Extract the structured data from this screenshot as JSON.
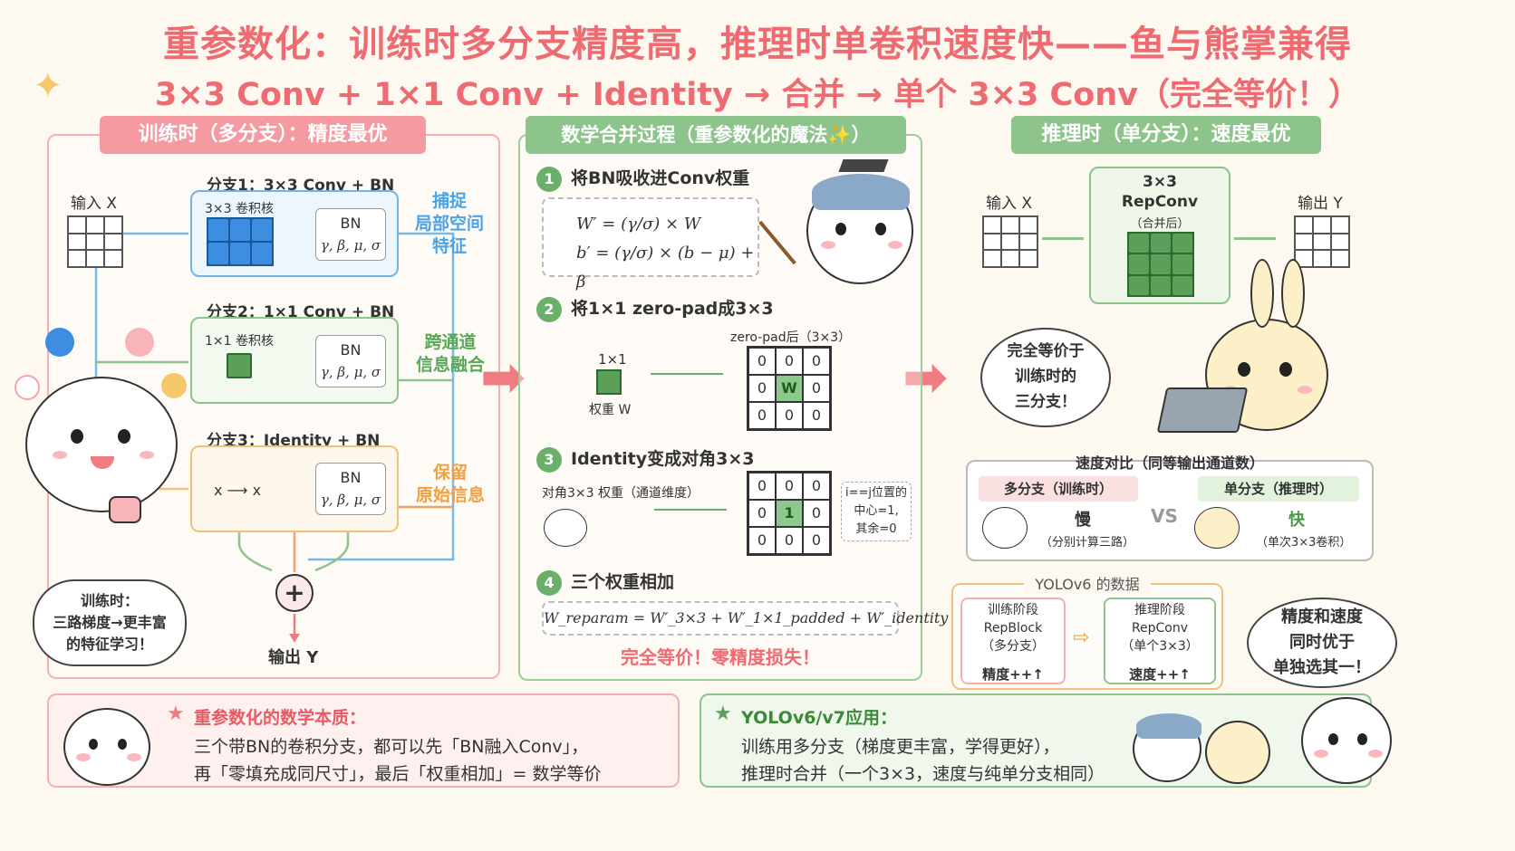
{
  "title": "重参数化：训练时多分支精度高，推理时单卷积速度快——鱼与熊掌兼得",
  "subtitle": "3×3 Conv + 1×1 Conv + Identity → 合并 → 单个 3×3 Conv（完全等价！）",
  "colors": {
    "pink": "#ee6b72",
    "blue": "#5aaee8",
    "green": "#6ab06a",
    "orange": "#f0a84c"
  },
  "left": {
    "title": "训练时（多分支）：精度最优",
    "input": "输入 X",
    "output": "输出 Y",
    "plus": "+",
    "branches": [
      {
        "title": "分支1：3×3 Conv + BN",
        "kernel": "3×3 卷积核",
        "bn": "BN",
        "params": "γ, β, μ, σ",
        "side": "捕捉\n局部空间\n特征"
      },
      {
        "title": "分支2：1×1 Conv + BN",
        "kernel": "1×1 卷积核",
        "bn": "BN",
        "params": "γ, β, μ, σ",
        "side": "跨通道\n信息融合"
      },
      {
        "title": "分支3：Identity + BN",
        "kernel": "x ⟶ x",
        "bn": "BN",
        "params": "γ, β, μ, σ",
        "side": "保留\n原始信息"
      }
    ],
    "bubble": "训练时：\n三路梯度→更丰富\n的特征学习！"
  },
  "middle": {
    "title": "数学合并过程（重参数化的魔法✨）",
    "steps": [
      {
        "n": "1",
        "label": "将BN吸收进Conv权重"
      },
      {
        "n": "2",
        "label": "将1×1 zero-pad成3×3"
      },
      {
        "n": "3",
        "label": "Identity变成对角3×3"
      },
      {
        "n": "4",
        "label": "三个权重相加"
      }
    ],
    "formula1": "W′ = (γ/σ) × W",
    "formula2": "b′ = (γ/σ) × (b − μ) + β",
    "zp_title": "zero-pad后（3×3）",
    "k1": "1×1",
    "k1_label": "权重 W",
    "pad_matrix": [
      "0",
      "0",
      "0",
      "0",
      "W",
      "0",
      "0",
      "0",
      "0"
    ],
    "diag_title": "对角3×3 权重（通道维度）",
    "diag_matrix": [
      "0",
      "0",
      "0",
      "0",
      "1",
      "0",
      "0",
      "0",
      "0"
    ],
    "diag_note": "i==j位置的\n中心=1,\n其余=0",
    "sum_formula": "W_reparam = W′_3×3 + W′_1×1_padded + W′_identity",
    "equiv": "完全等价！零精度损失！"
  },
  "right": {
    "title": "推理时（单分支）：速度最优",
    "input": "输入 X",
    "output": "输出 Y",
    "rep_title": "3×3\nRepConv",
    "rep_sub": "（合并后）",
    "bubble": "完全等价于\n训练时的\n三分支！",
    "speed_title": "速度对比（同等输出通道数）",
    "multi_label": "多分支（训练时）",
    "multi_value": "慢",
    "multi_note": "（分别计算三路）",
    "vs": "VS",
    "single_label": "单分支（推理时）",
    "single_value": "快",
    "single_note": "（单次3×3卷积）",
    "yolo_title": "YOLOv6 的数据",
    "train_box": "训练阶段\nRepBlock\n（多分支）",
    "train_acc": "精度++↑",
    "infer_box": "推理阶段\nRepConv\n（单个3×3）",
    "infer_acc": "速度++↑",
    "bubble2": "精度和速度\n同时优于\n单独选其一！"
  },
  "bottom_left": {
    "title": "重参数化的数学本质：",
    "line1": "三个带BN的卷积分支，都可以先「BN融入Conv」，",
    "line2": "再「零填充成同尺寸」，最后「权重相加」= 数学等价"
  },
  "bottom_right": {
    "title": "YOLOv6/v7应用：",
    "line1": "训练用多分支（梯度更丰富，学得更好），",
    "line2": "推理时合并（一个3×3，速度与纯单分支相同）"
  }
}
